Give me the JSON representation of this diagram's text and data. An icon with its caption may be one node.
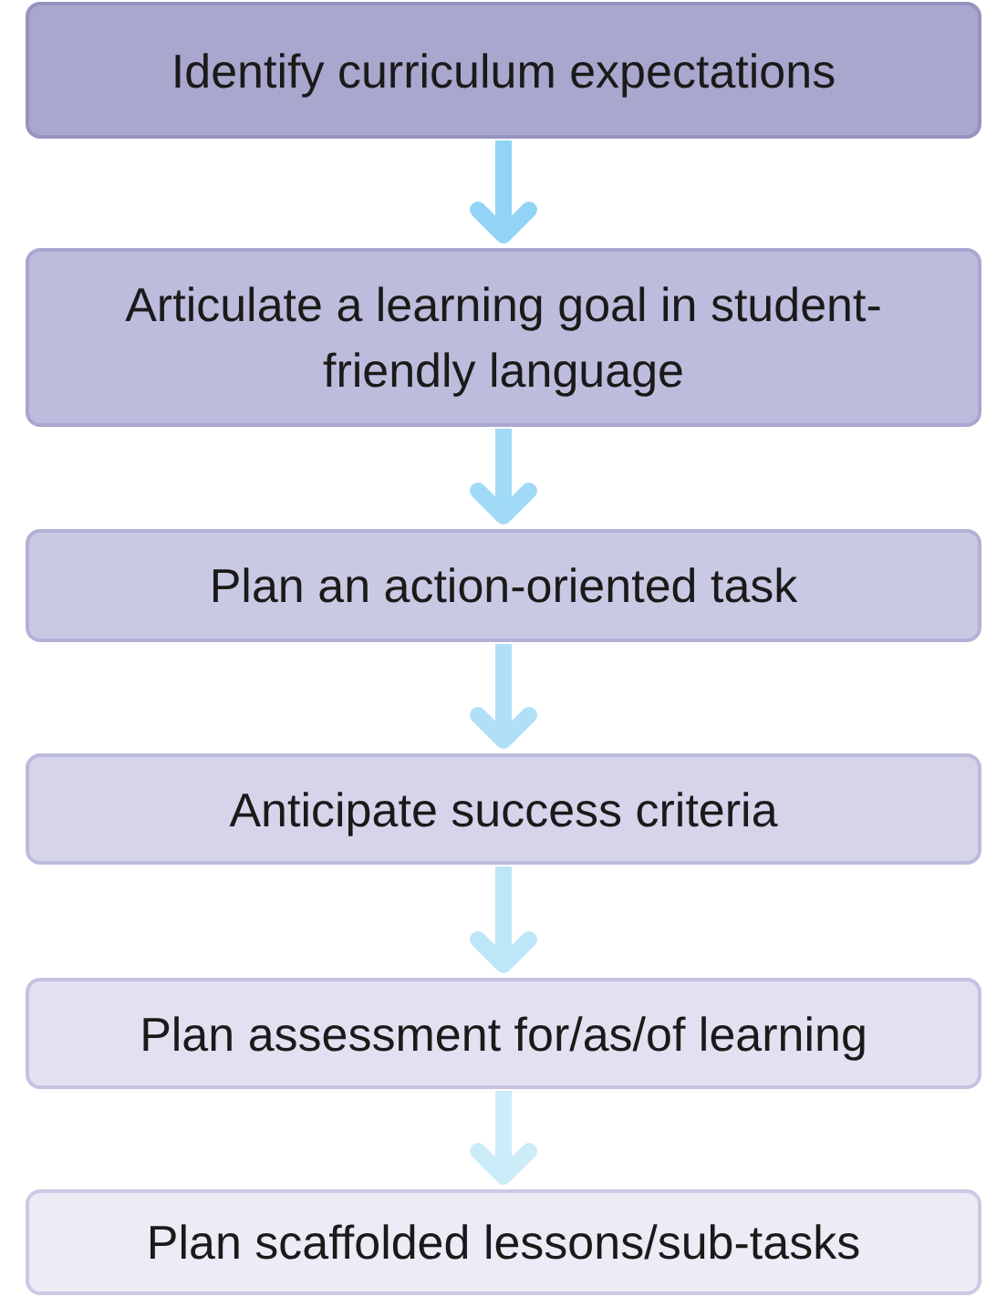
{
  "diagram": {
    "nodes": [
      {
        "text": [
          "Identify curriculum expectations"
        ]
      },
      {
        "text": [
          "Articulate a learning goal in student-friendly language"
        ]
      },
      {
        "text": [
          "Plan an action-oriented task"
        ]
      },
      {
        "text": [
          "Anticipate success criteria"
        ]
      },
      {
        "text": [
          "Plan assessment for/as/of learning"
        ]
      },
      {
        "text": [
          "Plan scaffolded lessons/sub-tasks"
        ]
      }
    ],
    "edges": [
      {
        "from": 0,
        "to": 1,
        "arrow": "to",
        "color": "#92d4f5"
      },
      {
        "from": 1,
        "to": 2,
        "arrow": "to",
        "color": "#a0daf6"
      },
      {
        "from": 2,
        "to": 3,
        "arrow": "to",
        "color": "#afe0f8"
      },
      {
        "from": 3,
        "to": 4,
        "arrow": "to",
        "color": "#bee6f9"
      },
      {
        "from": 4,
        "to": 5,
        "arrow": "to",
        "color": "#cdecfa"
      }
    ]
  }
}
